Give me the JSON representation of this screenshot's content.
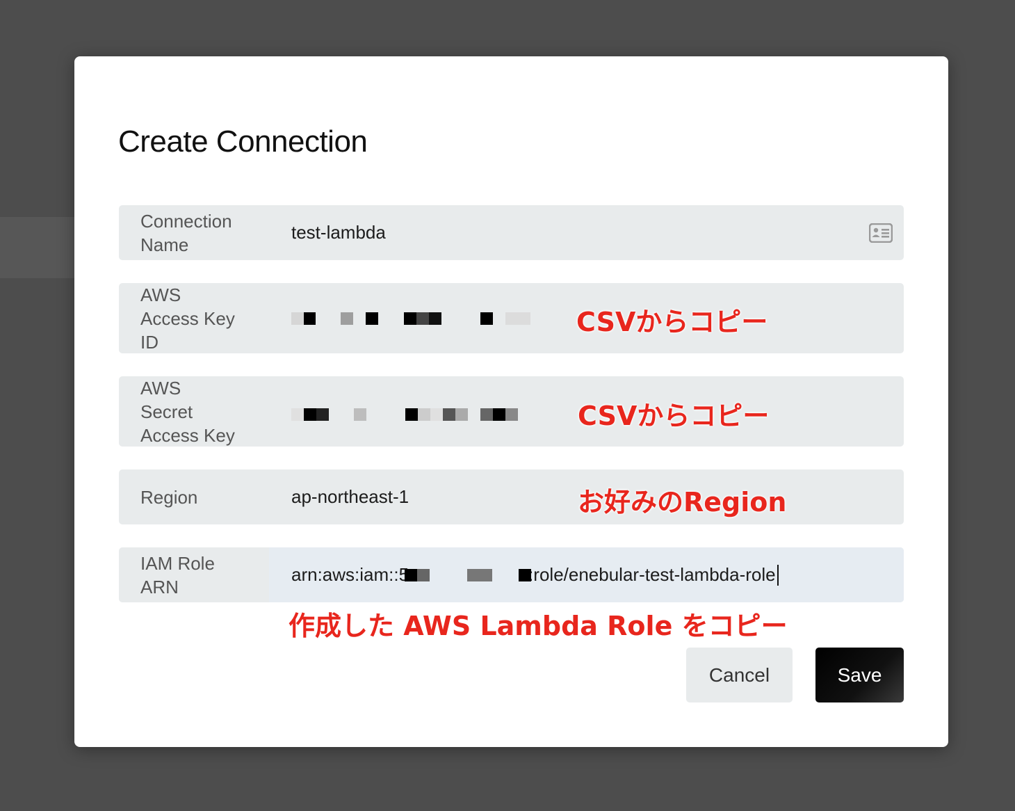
{
  "dialog": {
    "title": "Create Connection"
  },
  "fields": {
    "connection_name": {
      "label": "Connection\nName",
      "value": "test-lambda"
    },
    "access_key_id": {
      "label": "AWS\nAccess Key\nID",
      "value": ""
    },
    "secret_access_key": {
      "label": "AWS\nSecret\nAccess Key",
      "value": ""
    },
    "region": {
      "label": "Region",
      "value": "ap-northeast-1"
    },
    "iam_role_arn": {
      "label": "IAM Role\nARN",
      "value_prefix": "arn:aws:iam::5",
      "value_suffix": ":role/enebular-test-lambda-role"
    }
  },
  "annotations": {
    "access_key_note": "CSVからコピー",
    "secret_key_note": "CSVからコピー",
    "region_note": "お好みのRegion",
    "role_note": "作成した AWS Lambda Role をコピー"
  },
  "buttons": {
    "cancel": "Cancel",
    "save": "Save"
  },
  "colors": {
    "annotation": "#e8261d",
    "field_bg": "#e8ebec",
    "save_bg": "#000000"
  }
}
